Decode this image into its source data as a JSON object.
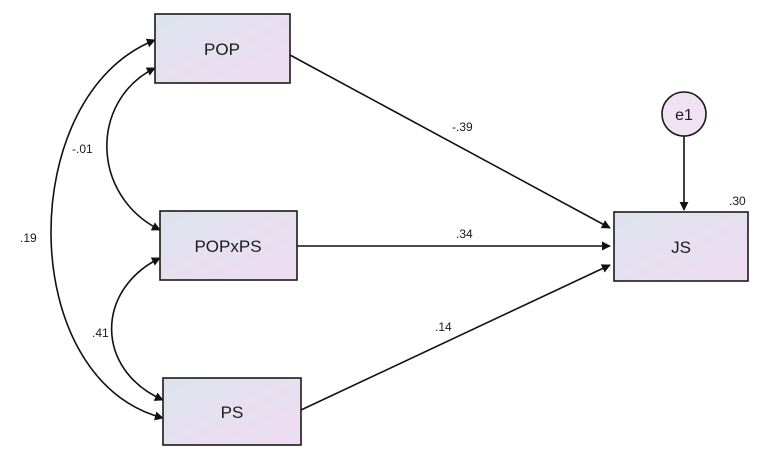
{
  "nodes": {
    "pop": "POP",
    "popxps": "POPxPS",
    "ps": "PS",
    "js": "JS",
    "e1": "e1"
  },
  "coefficients": {
    "pop_js": "-.39",
    "popxps_js": ".34",
    "ps_js": ".14",
    "pop_popxps": "-.01",
    "popxps_ps": ".41",
    "pop_ps": ".19",
    "js_r2": ".30"
  },
  "colors": {
    "box_gradient_start": "#dde3ee",
    "box_gradient_end": "#efdcf0",
    "error_fill": "#f0e2f2",
    "line": "#111111"
  }
}
